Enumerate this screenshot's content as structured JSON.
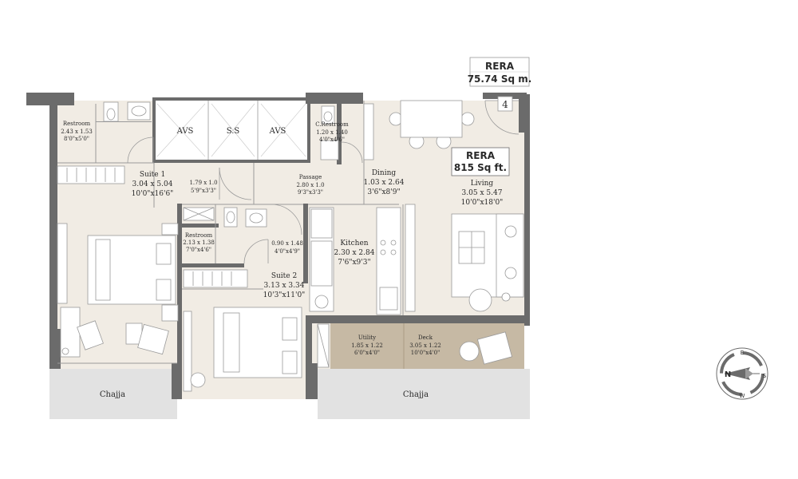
{
  "plan": {
    "rera_top": {
      "title": "RERA",
      "area": "75.74 Sq m."
    },
    "rera_inner": {
      "title": "RERA",
      "area": "815 Sq ft."
    },
    "unit_number": "4",
    "rooms": {
      "restroom1": {
        "name": "Restroom",
        "metric": "2.43 x 1.53",
        "imperial": "8'0\"x5'0\""
      },
      "c_restroom": {
        "name": "C.Restroom",
        "metric": "1.20 x 1.40",
        "imperial": "4'0\"x4'6\""
      },
      "suite1": {
        "name": "Suite 1",
        "metric": "3.04 x 5.04",
        "imperial": "10'0\"x16'6\""
      },
      "lobby": {
        "metric": "1.79 x 1.0",
        "imperial": "5'9\"x3'3\""
      },
      "passage": {
        "name": "Passage",
        "metric": "2.80 x 1.0",
        "imperial": "9'3\"x3'3\""
      },
      "dining": {
        "name": "Dining",
        "metric": "1.03 x 2.64",
        "imperial": "3'6\"x8'9\""
      },
      "living": {
        "name": "Living",
        "metric": "3.05 x 5.47",
        "imperial": "10'0\"x18'0\""
      },
      "restroom2": {
        "name": "Restroom",
        "metric": "2.13 x 1.38",
        "imperial": "7'0\"x4'6\""
      },
      "foyer": {
        "metric": "0.90 x 1.48",
        "imperial": "4'0\"x4'9\""
      },
      "kitchen": {
        "name": "Kitchen",
        "metric": "2.30 x 2.84",
        "imperial": "7'6\"x9'3\""
      },
      "suite2": {
        "name": "Suite 2",
        "metric": "3.13 x 3.34",
        "imperial": "10'3\"x11'0\""
      },
      "utility": {
        "name": "Utility",
        "metric": "1.85 x 1.22",
        "imperial": "6'0\"x4'0\""
      },
      "deck": {
        "name": "Deck",
        "metric": "3.05 x 1.22",
        "imperial": "10'0\"x4'0\""
      }
    },
    "shaft_labels": [
      "AVS",
      "S.S",
      "AVS"
    ],
    "chajja_left": "Chajja",
    "chajja_right": "Chajja",
    "compass": {
      "n": "N",
      "s": "S",
      "e": "E",
      "w": "W"
    },
    "colors": {
      "floor": "#f1ece4",
      "wall": "#6b6b6b",
      "deck": "#c6b9a4",
      "chajja": "#e2e2e2",
      "fixture": "#ffffff",
      "line": "#9a9a9a"
    }
  }
}
